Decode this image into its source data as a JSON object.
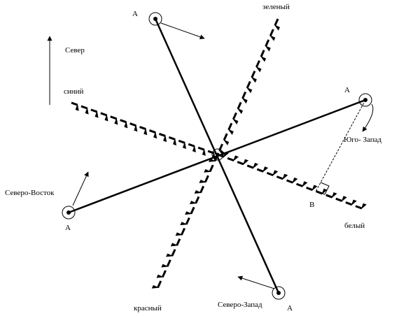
{
  "labels": {
    "north": "Север",
    "green": "зеленый",
    "blue": "синий",
    "white": "белый",
    "red": "красный",
    "north_east": "Северо-Восток",
    "south_west": "Юго- Запад",
    "north_west": "Северо-Запад"
  },
  "points": {
    "a_top": "A",
    "a_right": "A",
    "a_left": "A",
    "a_bottom": "A",
    "b": "B"
  },
  "colors": {
    "ink": "#000000"
  }
}
